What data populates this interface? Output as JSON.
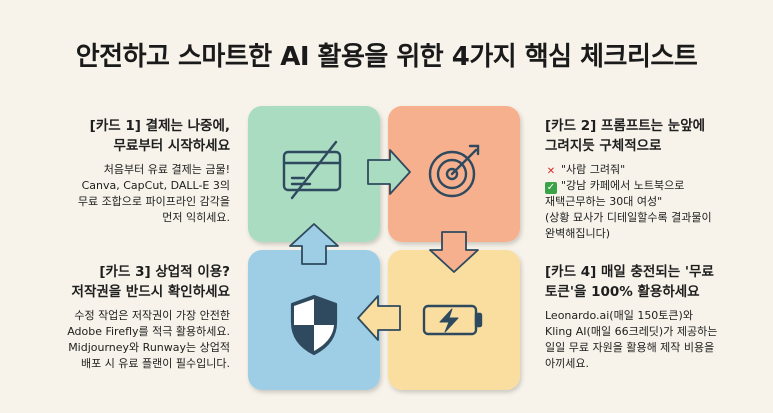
{
  "title": "안전하고 스마트한 AI 활용을 위한 4가지 핵심 체크리스트",
  "colors": {
    "card1": "#a9dcc0",
    "card2": "#f6b08e",
    "card3": "#9ecde6",
    "card4": "#f9dea0",
    "outline": "#2f4a5e"
  },
  "cards": [
    {
      "head_lines": [
        "[카드 1] 결제는 나중에,",
        "무료부터 시작하세요"
      ],
      "body_lines": [
        "처음부터 유료 결제는 금물!",
        "Canva, CapCut, DALL-E 3의",
        "무료 조합으로 파이프라인 감각을",
        "먼저 익히세요."
      ],
      "icon": "credit-card-crossed-icon"
    },
    {
      "head_lines": [
        "[카드 2] 프롬프트는 눈앞에",
        "그려지듯 구체적으로"
      ],
      "body_lines": [
        "\"사람 그려줘\"",
        "\"강남 카페에서 노트북으로",
        "재택근무하는 30대 여성\"",
        "(상황 묘사가 디테일할수록 결과물이",
        "완벽해집니다)"
      ],
      "icon": "target-icon"
    },
    {
      "head_lines": [
        "[카드 3] 상업적 이용?",
        "저작권을 반드시 확인하세요"
      ],
      "body_lines": [
        "수정 작업은 저작권이 가장 안전한",
        "Adobe Firefly를 적극 활용하세요.",
        "Midjourney와 Runway는 상업적",
        "배포 시 유료 플랜이 필수입니다."
      ],
      "icon": "shield-icon"
    },
    {
      "head_lines": [
        "[카드 4] 매일 충전되는 '무료",
        "토큰'을 100% 활용하세요"
      ],
      "body_lines": [
        "Leonardo.ai(매일 150토큰)와",
        "Kling AI(매일 66크레딧)가 제공하는",
        "일일 무료 자원을 활용해 제작 비용을",
        "아끼세요."
      ],
      "icon": "battery-charging-icon"
    }
  ]
}
